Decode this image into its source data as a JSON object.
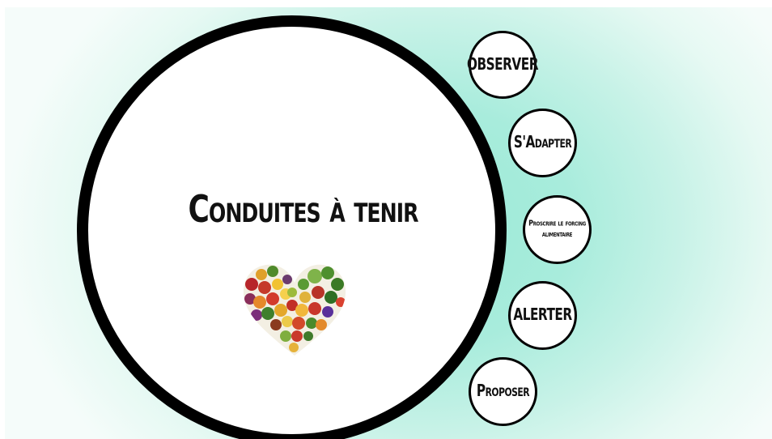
{
  "slide": {
    "title": "Conduites à tenir",
    "image": "heart-of-vegetables-icon"
  },
  "nodes": [
    {
      "label": "OBSERVER"
    },
    {
      "label": "S'Adapter"
    },
    {
      "label": "Proscrire le forcing alimentaire"
    },
    {
      "label": "ALERTER"
    },
    {
      "label": "Proposer"
    }
  ],
  "colors": {
    "background_center": "#9be9d6",
    "background_edge": "#f5fcfa",
    "circle_border": "#000000",
    "circle_fill": "#ffffff",
    "text": "#111111"
  }
}
